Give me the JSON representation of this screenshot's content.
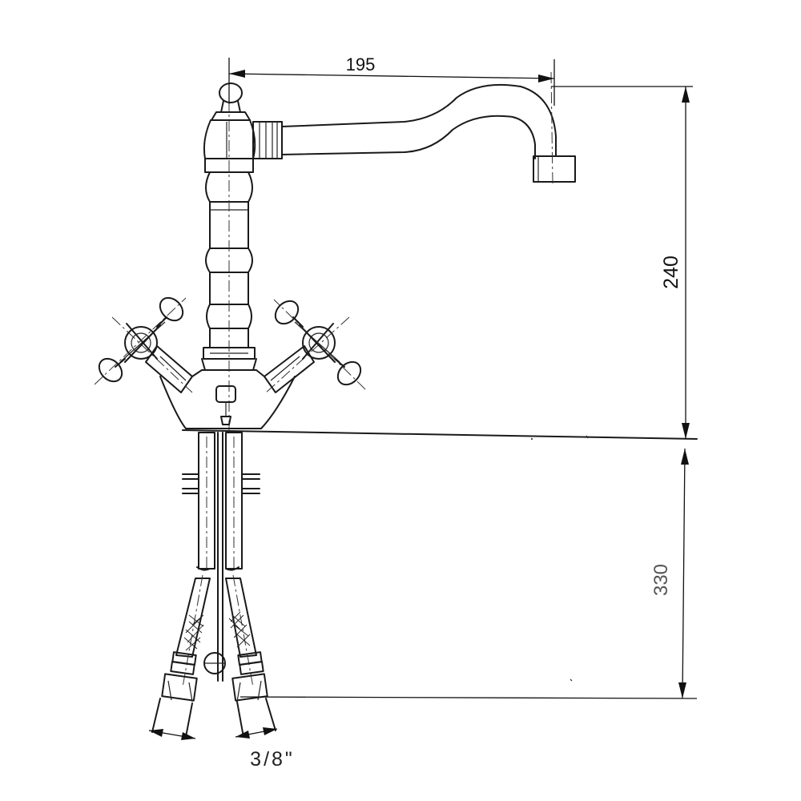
{
  "diagram": {
    "dimensions": {
      "spout_reach": "195",
      "height_above_deck": "240",
      "hose_length": "330",
      "connection_size": "3/8\""
    }
  }
}
